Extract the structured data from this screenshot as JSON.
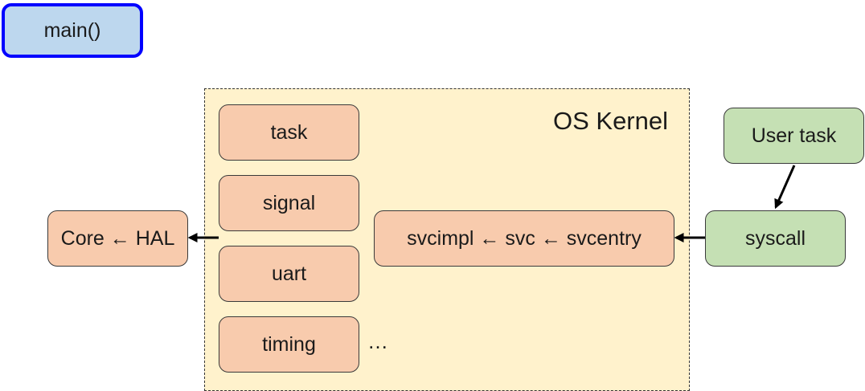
{
  "main_label": "main()",
  "kernel": {
    "label": "OS Kernel",
    "modules": [
      "task",
      "signal",
      "uart",
      "timing"
    ],
    "ellipsis": "…",
    "svc_chain": "svcimpl ← svc ← svcentry"
  },
  "core_hal": "Core ← HAL",
  "user_task": "User task",
  "syscall": "syscall",
  "colors": {
    "main_fill": "#bdd7ee",
    "main_border": "#0000ff",
    "kernel_fill": "#fff2cc",
    "module_fill": "#f8cbad",
    "user_fill": "#c5e0b4"
  }
}
